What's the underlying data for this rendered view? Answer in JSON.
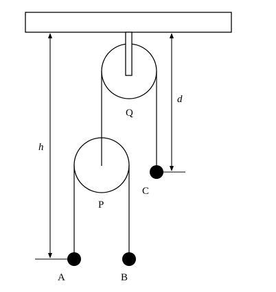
{
  "diagram": {
    "labels": {
      "pulley_fixed": "Q",
      "pulley_moving": "P",
      "mass_a": "A",
      "mass_b": "B",
      "mass_c": "C",
      "height": "h",
      "distance": "d"
    },
    "colors": {
      "stroke": "#000000",
      "fill": "#ffffff",
      "mass": "#000000"
    }
  }
}
